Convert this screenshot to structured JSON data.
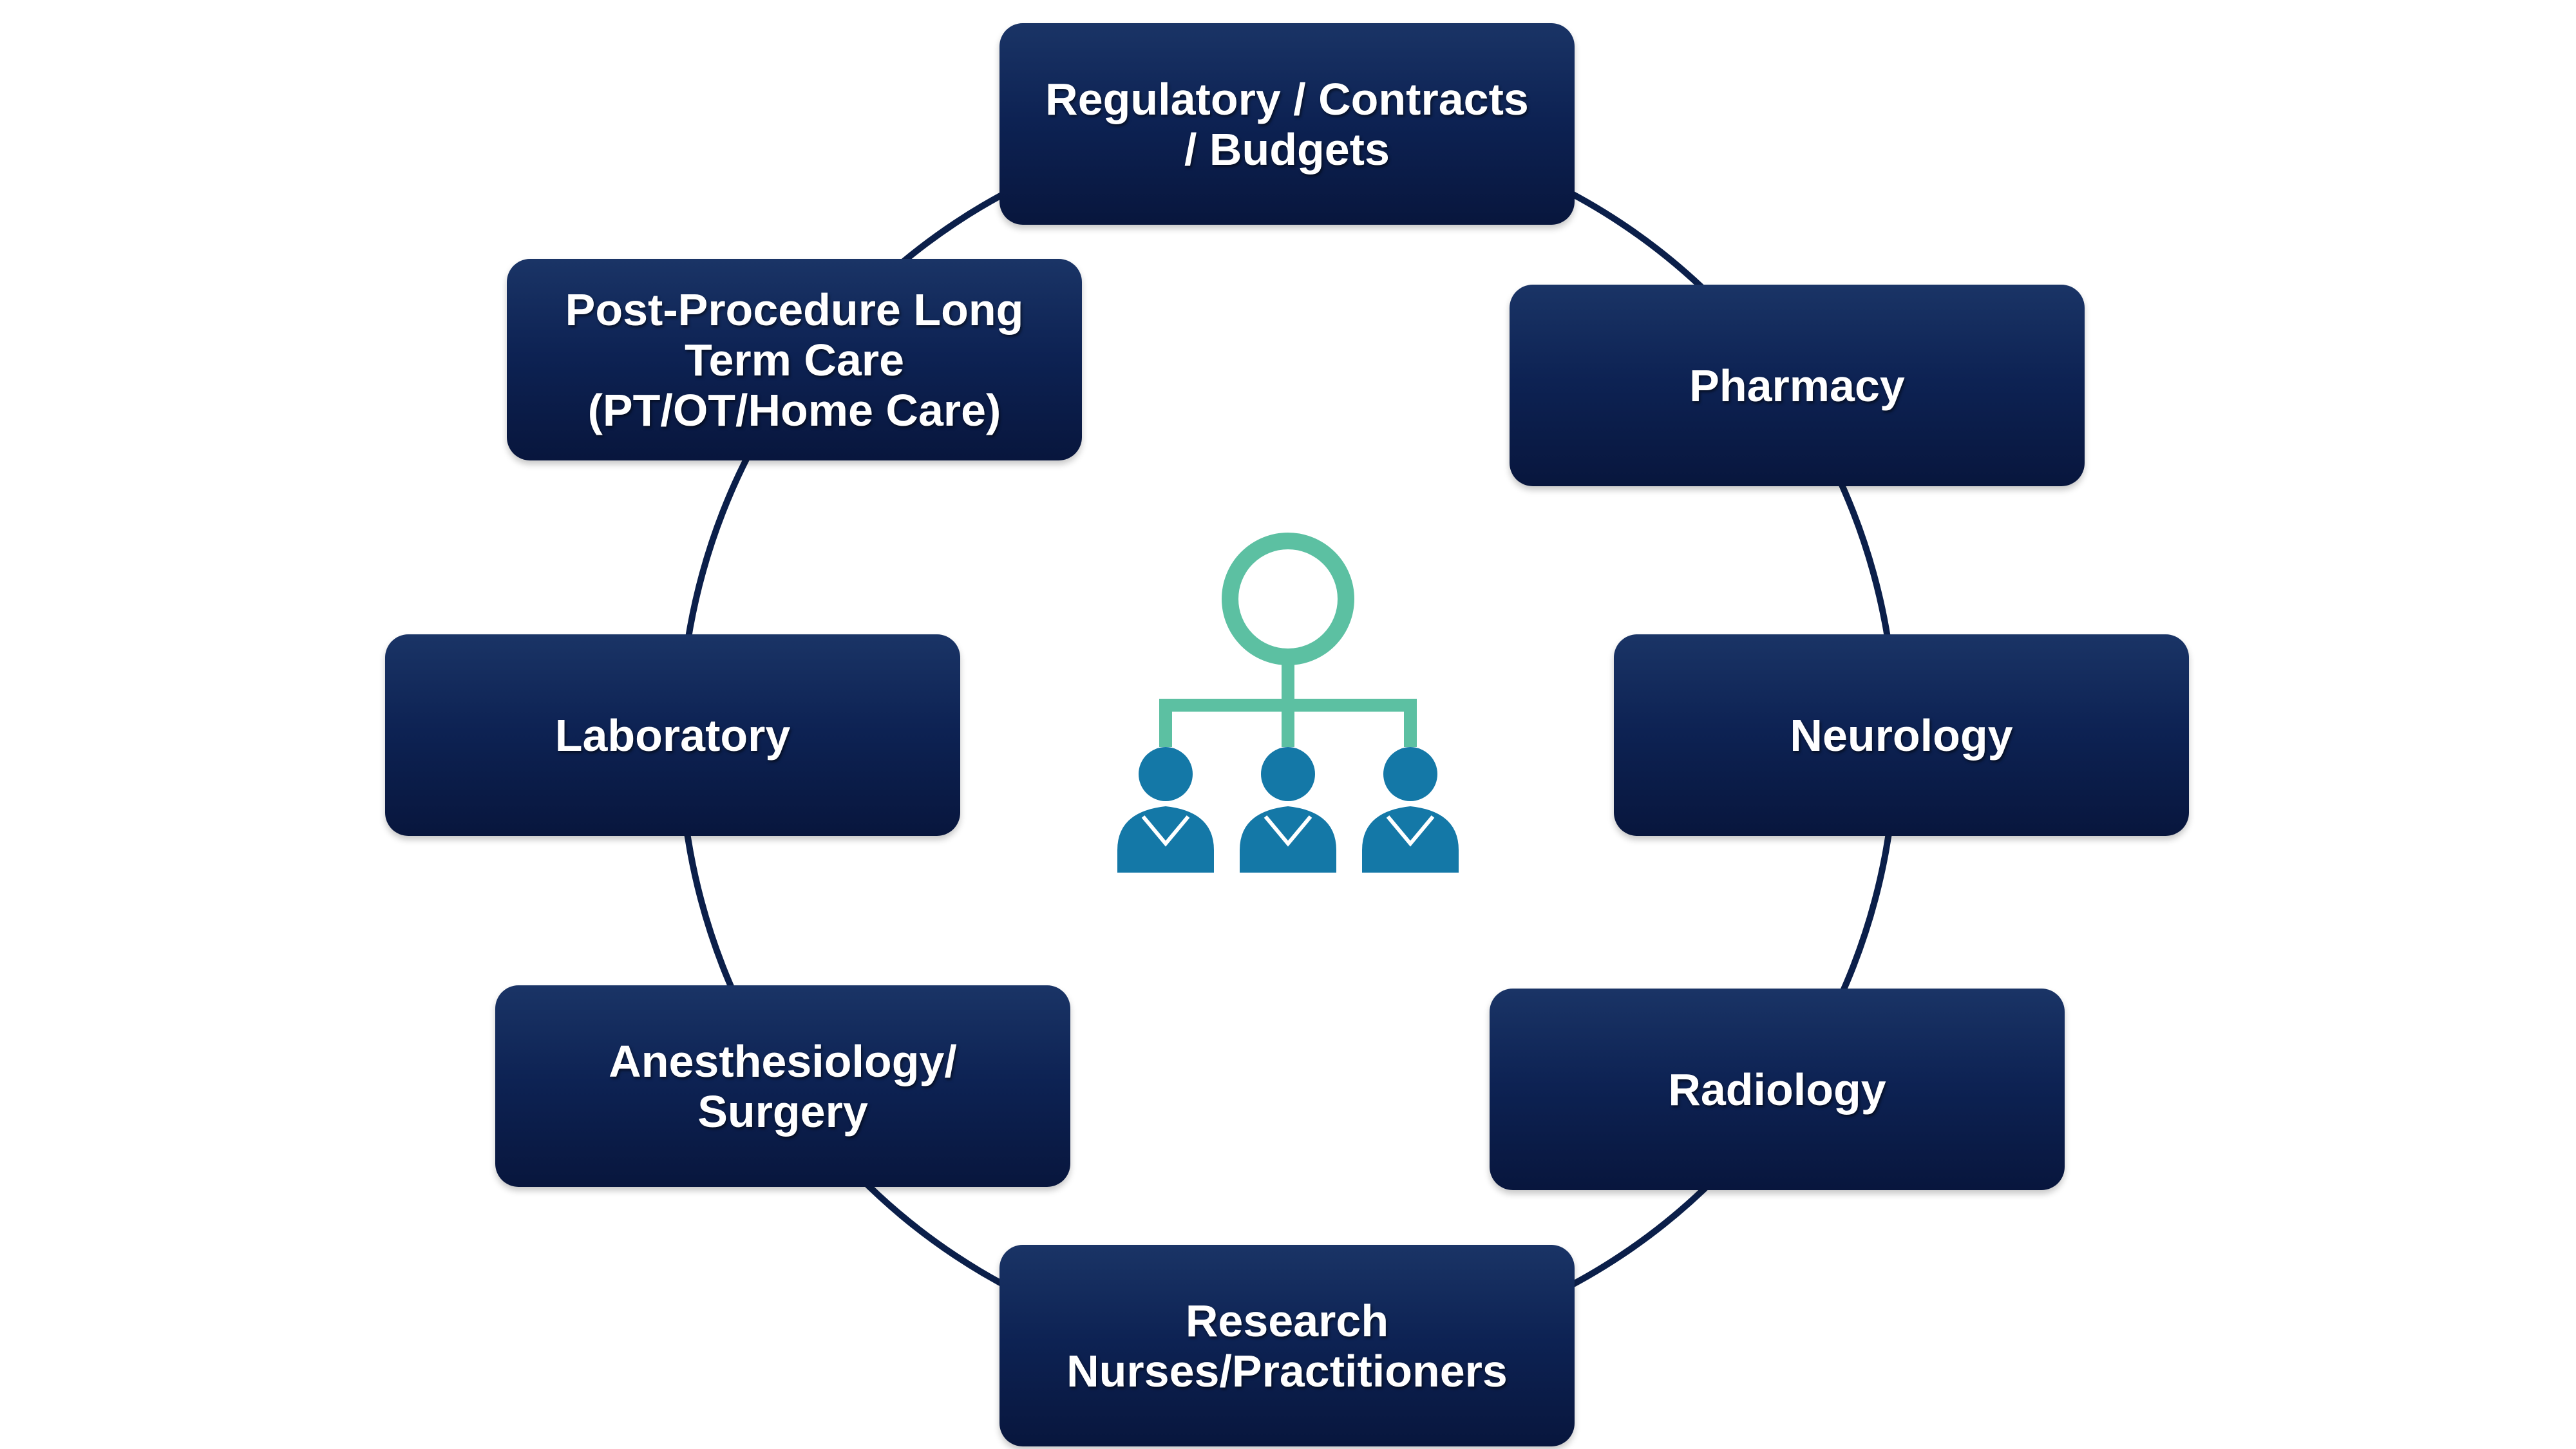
{
  "diagram": {
    "colors": {
      "box_top": "#1a3466",
      "box_bottom": "#08163d",
      "ring_line": "#0b1f4a",
      "icon_teal": "#5cc0a2",
      "icon_blue": "#1478a7",
      "label": "#ffffff"
    },
    "center_icon": "organization-team-icon",
    "nodes": [
      {
        "id": "regulatory",
        "label": "Regulatory / Contracts\n/ Budgets"
      },
      {
        "id": "pharmacy",
        "label": "Pharmacy"
      },
      {
        "id": "neurology",
        "label": "Neurology"
      },
      {
        "id": "radiology",
        "label": "Radiology"
      },
      {
        "id": "research",
        "label": "Research\nNurses/Practitioners"
      },
      {
        "id": "anesthesia",
        "label": "Anesthesiology/\nSurgery"
      },
      {
        "id": "laboratory",
        "label": "Laboratory"
      },
      {
        "id": "postproc",
        "label": "Post-Procedure Long\nTerm Care\n(PT/OT/Home Care)"
      }
    ]
  }
}
